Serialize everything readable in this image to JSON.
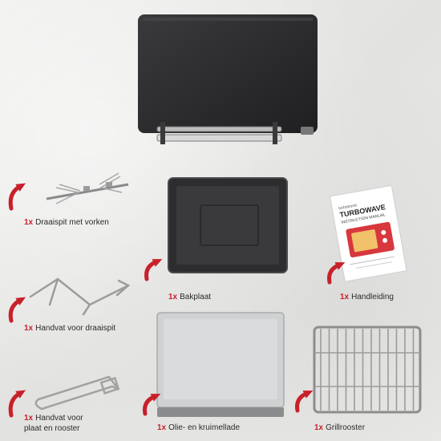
{
  "accent_color": "#c8202a",
  "manual": {
    "brand_small": "turbotronic",
    "brand_big": "TURBOWAVE",
    "subtitle": "INSTRUCTION MANUAL"
  },
  "items": [
    {
      "qty": "1x",
      "name": "Draaispit met vorken",
      "line2": ""
    },
    {
      "qty": "1x",
      "name": "Bakplaat",
      "line2": ""
    },
    {
      "qty": "1x",
      "name": "Handleiding",
      "line2": ""
    },
    {
      "qty": "1x",
      "name": "Handvat voor draaispit",
      "line2": ""
    },
    {
      "qty": "1x",
      "name": "Handvat voor",
      "line2": "plaat en rooster"
    },
    {
      "qty": "1x",
      "name": "Olie- en kruimellade",
      "line2": ""
    },
    {
      "qty": "1x",
      "name": "Grillrooster",
      "line2": ""
    }
  ]
}
